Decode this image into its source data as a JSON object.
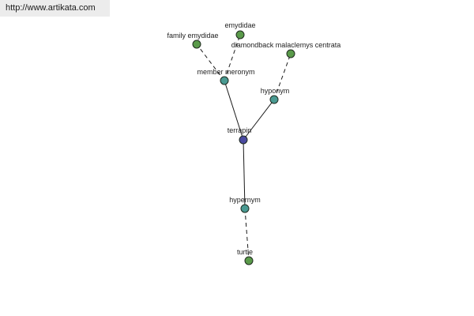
{
  "source": {
    "url": "http://www.artikata.com"
  },
  "graph": {
    "colors": {
      "root": "#4a4aa0",
      "relation": "#4a9a92",
      "leaf": "#5a9a4a"
    },
    "nodes": [
      {
        "id": "terrapin",
        "label": "terrapin",
        "kind": "root"
      },
      {
        "id": "member-meronym",
        "label": "member meronym",
        "kind": "relation"
      },
      {
        "id": "hyponym",
        "label": "hyponym",
        "kind": "relation"
      },
      {
        "id": "hypernym",
        "label": "hypernym",
        "kind": "relation"
      },
      {
        "id": "family-emydidae",
        "label": "family emydidae",
        "kind": "leaf"
      },
      {
        "id": "emydidae",
        "label": "emydidae",
        "kind": "leaf"
      },
      {
        "id": "diamondback",
        "label": "diamondback malaclemys centrata",
        "kind": "leaf"
      },
      {
        "id": "turtle",
        "label": "turtle",
        "kind": "leaf"
      }
    ],
    "edges": [
      {
        "from": "terrapin",
        "to": "member-meronym",
        "style": "solid"
      },
      {
        "from": "terrapin",
        "to": "hyponym",
        "style": "solid"
      },
      {
        "from": "terrapin",
        "to": "hypernym",
        "style": "solid"
      },
      {
        "from": "member-meronym",
        "to": "family-emydidae",
        "style": "dashed"
      },
      {
        "from": "member-meronym",
        "to": "emydidae",
        "style": "dashed"
      },
      {
        "from": "hyponym",
        "to": "diamondback",
        "style": "dashed"
      },
      {
        "from": "hypernym",
        "to": "turtle",
        "style": "dashed"
      }
    ]
  }
}
